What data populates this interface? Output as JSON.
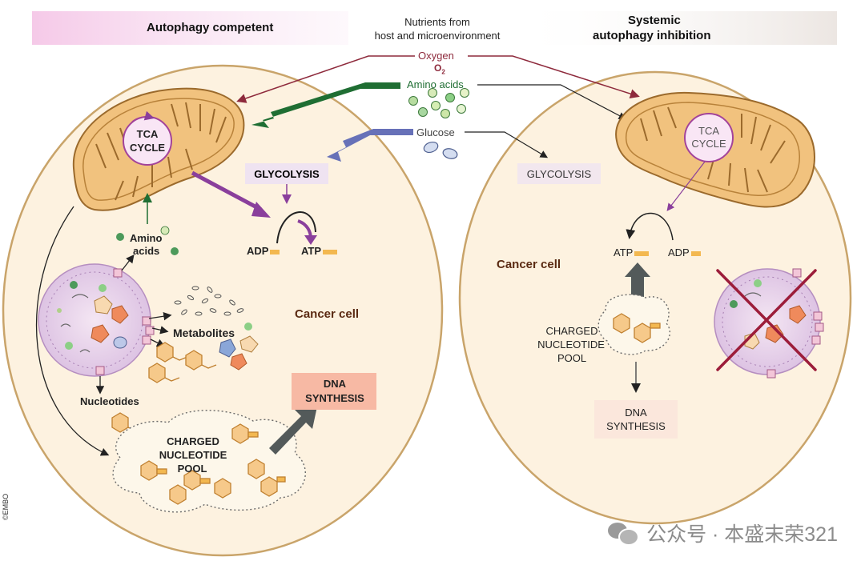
{
  "headers": {
    "left": "Autophagy competent",
    "center_line1": "Nutrients from",
    "center_line2": "host and microenvironment",
    "right_line1": "Systemic",
    "right_line2": "autophagy inhibition"
  },
  "nutrients": {
    "oxygen": "Oxygen",
    "o2": "O",
    "o2_sub": "2",
    "amino_acids": "Amino acids",
    "glucose": "Glucose"
  },
  "left_cell": {
    "tca_line1": "TCA",
    "tca_line2": "CYCLE",
    "glycolysis": "GLYCOLYSIS",
    "adp": "ADP",
    "atp": "ATP",
    "amino_line1": "Amino",
    "amino_line2": "acids",
    "metabolites": "Metabolites",
    "nucleotides": "Nucleotides",
    "cancer_cell": "Cancer cell",
    "dna_line1": "DNA",
    "dna_line2": "SYNTHESIS",
    "pool_line1": "CHARGED",
    "pool_line2": "NUCLEOTIDE",
    "pool_line3": "POOL"
  },
  "right_cell": {
    "tca_line1": "TCA",
    "tca_line2": "CYCLE",
    "glycolysis": "GLYCOLYSIS",
    "atp": "ATP",
    "adp": "ADP",
    "cancer_cell": "Cancer cell",
    "pool_line1": "CHARGED",
    "pool_line2": "NUCLEOTIDE",
    "pool_line3": "POOL",
    "dna_line1": "DNA",
    "dna_line2": "SYNTHESIS"
  },
  "credit": "©EMBO",
  "watermark": "公众号 · 本盛末荣321",
  "colors": {
    "cell_fill": "#fdf2e0",
    "cell_stroke": "#c9a46a",
    "mito_fill": "#f1c27e",
    "mito_stroke": "#9b6a2c",
    "tca_fill": "#f9e6f5",
    "tca_stroke": "#a3439a",
    "purple_arrow": "#8a3f9c",
    "green_arrow": "#1f6e33",
    "blue_arrow": "#6771b8",
    "oxygen_line": "#8e2a3c",
    "cross": "#9c1d3a",
    "header_pink": "#f6d3ec",
    "dna_box": "#f7b9a4",
    "glycolysis_box": "#efe3f1"
  }
}
